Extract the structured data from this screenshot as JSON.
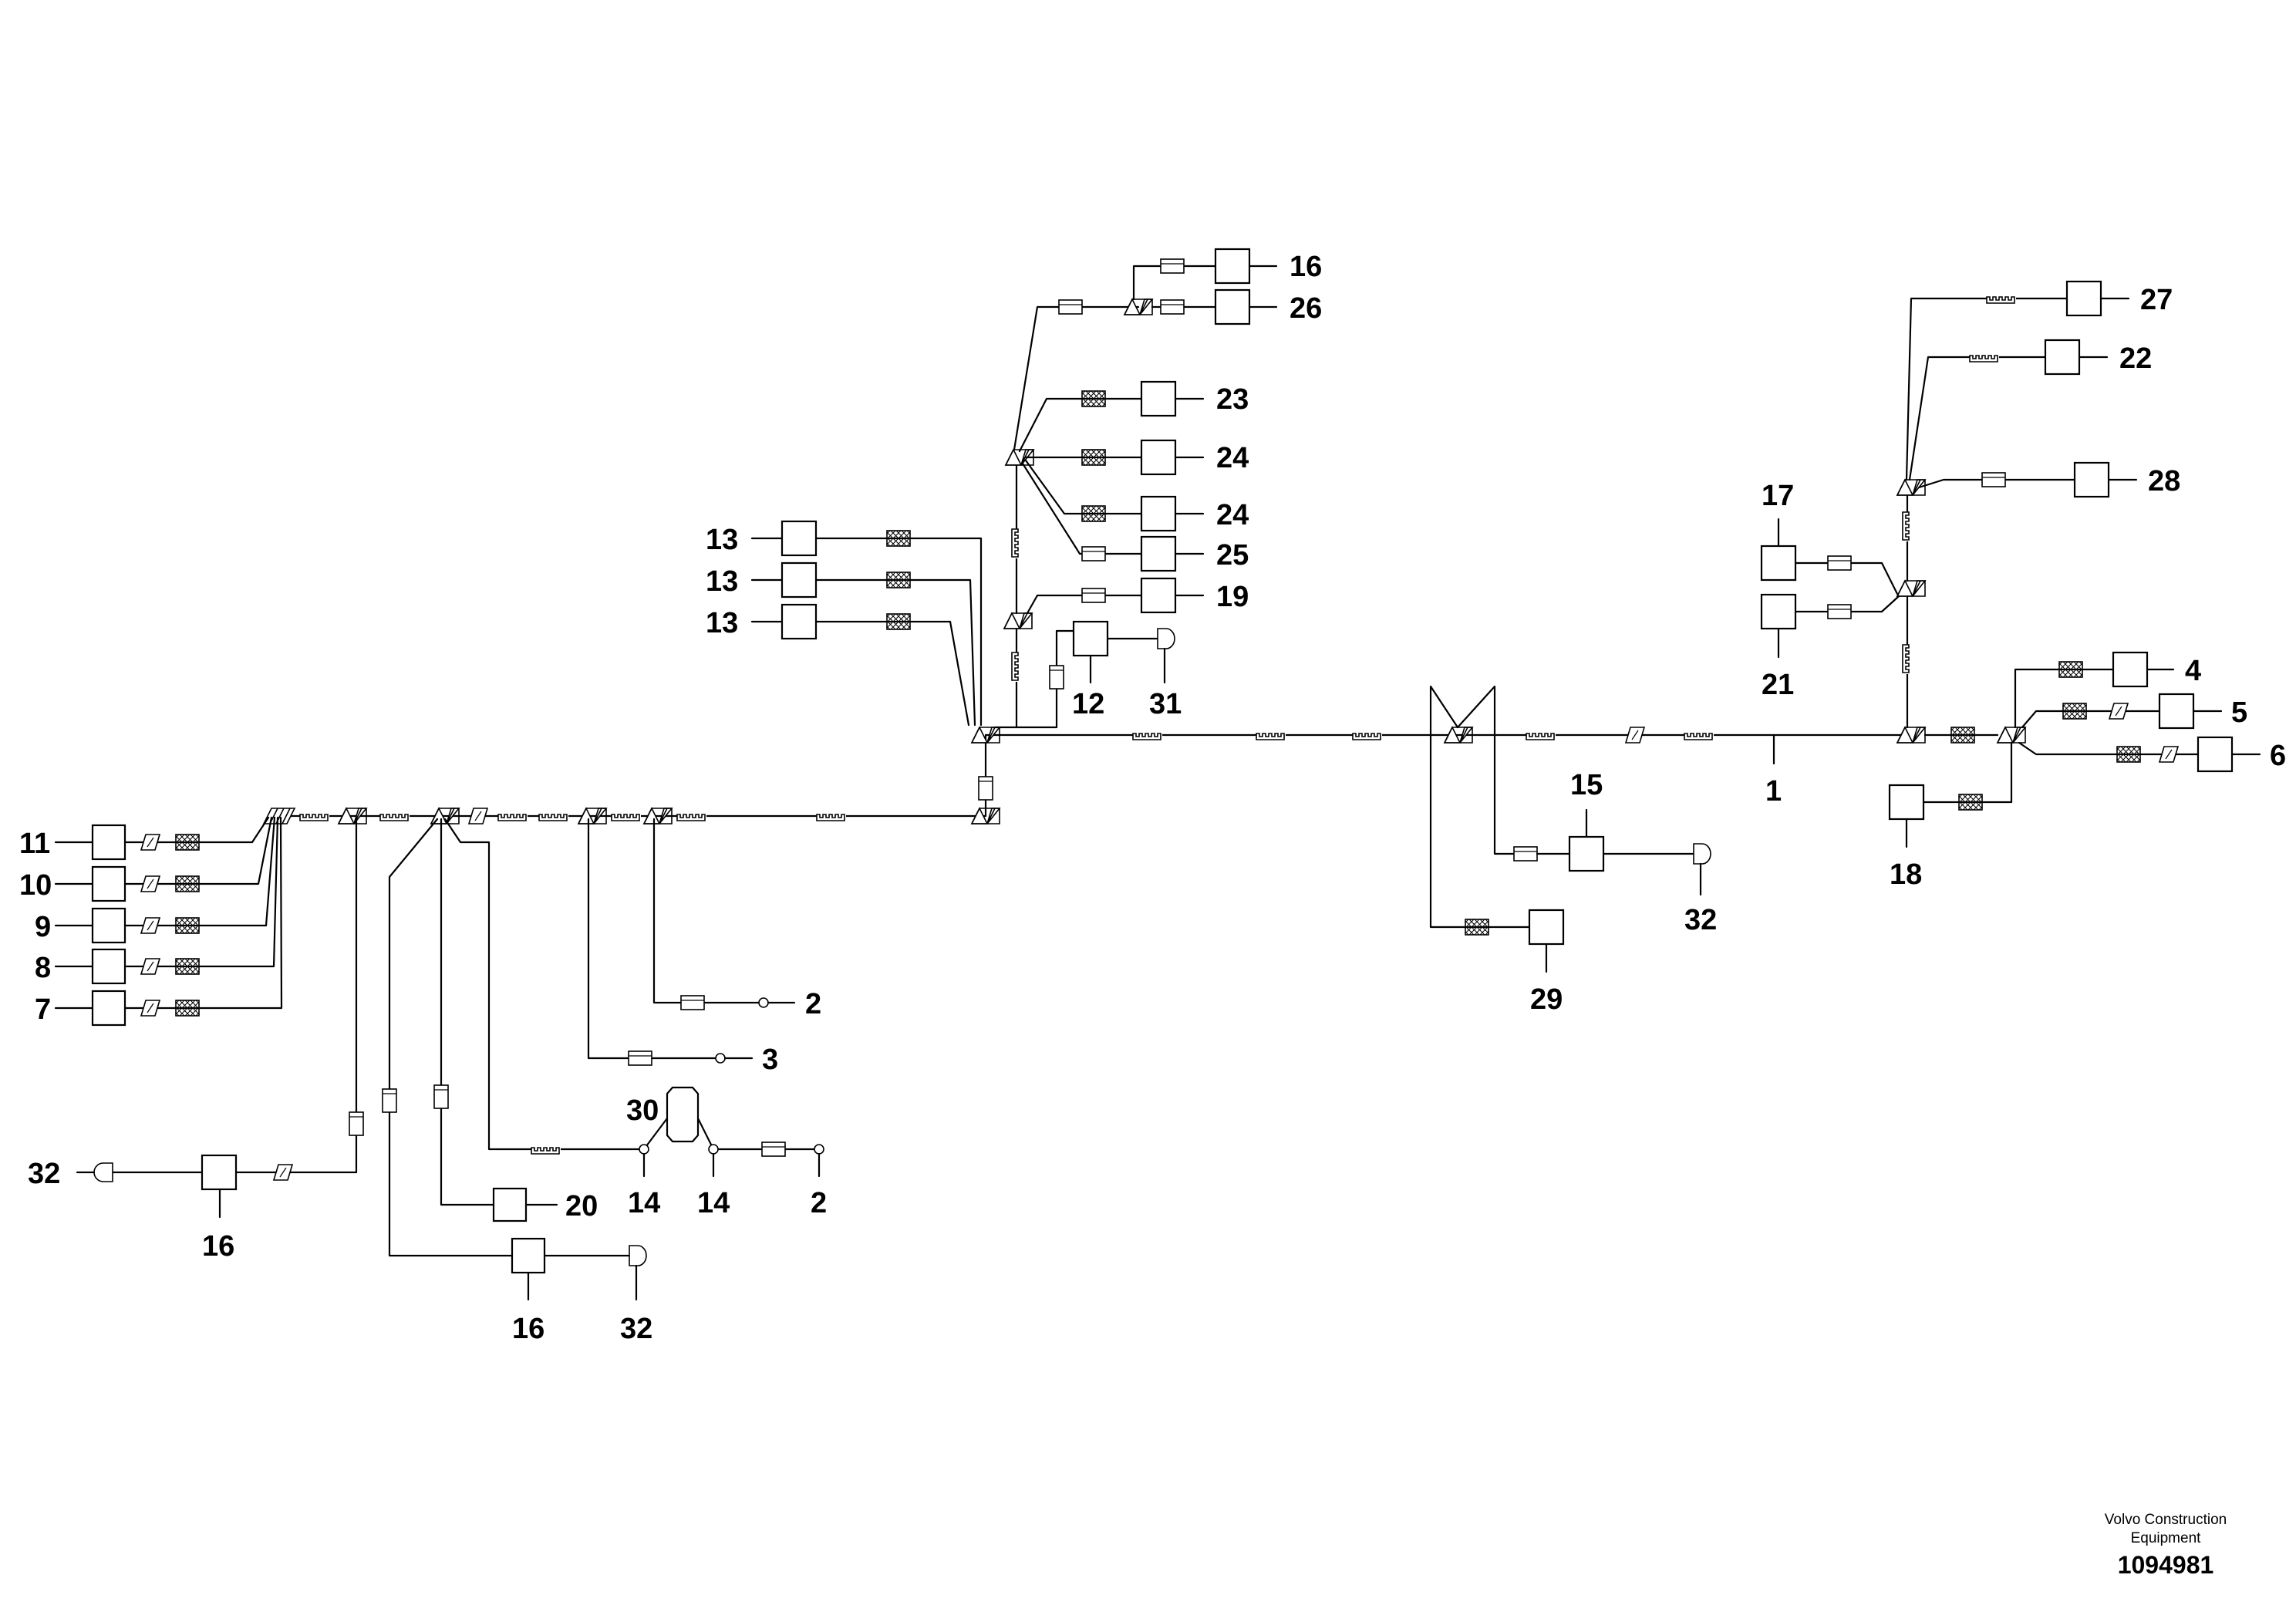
{
  "diagram": {
    "labels": {
      "l11": "11",
      "l10": "10",
      "l9": "9",
      "l8": "8",
      "l7": "7",
      "l13a": "13",
      "l13b": "13",
      "l13c": "13",
      "l16top": "16",
      "l26": "26",
      "l23": "23",
      "l24a": "24",
      "l24b": "24",
      "l25": "25",
      "l19": "19",
      "l12": "12",
      "l31": "31",
      "l27": "27",
      "l22": "22",
      "l28": "28",
      "l17": "17",
      "l21": "21",
      "l4": "4",
      "l5": "5",
      "l6": "6",
      "l18": "18",
      "l1": "1",
      "l15": "15",
      "l32mid": "32",
      "l29": "29",
      "l2a": "2",
      "l3": "3",
      "l30": "30",
      "l14a": "14",
      "l14b": "14",
      "l2b": "2",
      "l20": "20",
      "l32left": "32",
      "l16left": "16",
      "l16bot": "16",
      "l32bot": "32"
    }
  },
  "footer": {
    "brand_line1": "Volvo Construction",
    "brand_line2": "Equipment",
    "doc_number": "1094981"
  }
}
